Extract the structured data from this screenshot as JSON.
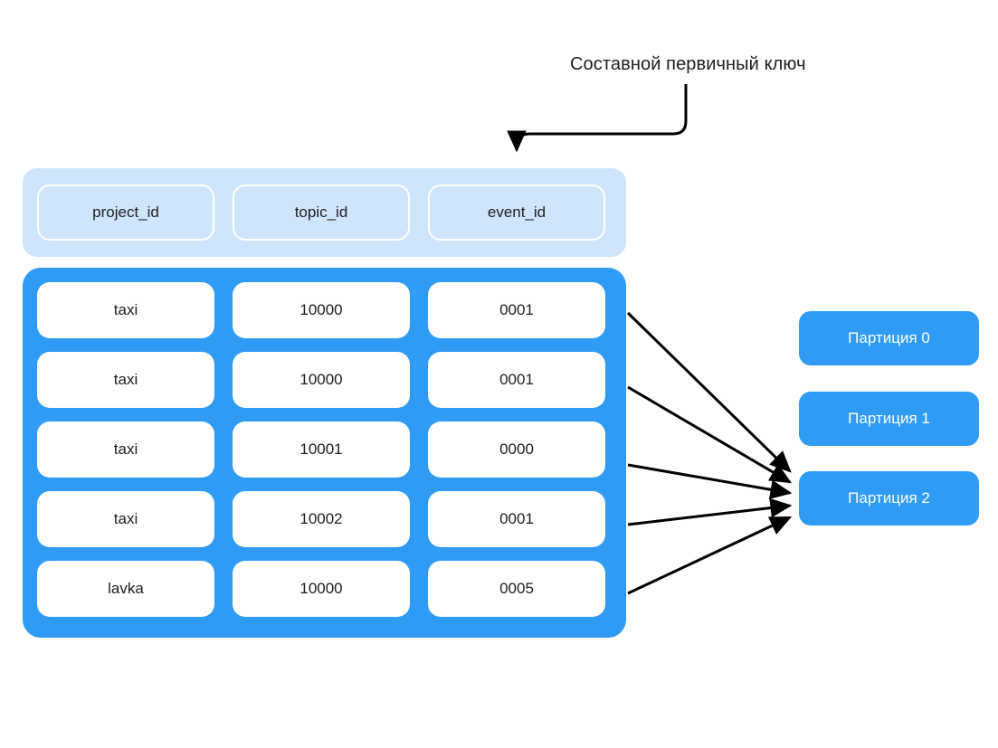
{
  "diagram": {
    "title": "Составной первичный ключ",
    "colors": {
      "primary_blue": "#2f9bf5",
      "light_blue": "#cfe5fb",
      "cell_white": "#ffffff",
      "arrow_black": "#000000",
      "text_dark": "#1d1d1d",
      "background": "#ffffff"
    }
  },
  "key_band": {
    "columns": [
      {
        "label": "project_id"
      },
      {
        "label": "topic_id"
      },
      {
        "label": "event_id"
      }
    ]
  },
  "table": {
    "headers": [
      "project_id",
      "topic_id",
      "event_id"
    ],
    "rows": [
      {
        "project_id": "taxi",
        "topic_id": "10000",
        "event_id": "0001"
      },
      {
        "project_id": "taxi",
        "topic_id": "10000",
        "event_id": "0001"
      },
      {
        "project_id": "taxi",
        "topic_id": "10001",
        "event_id": "0000"
      },
      {
        "project_id": "taxi",
        "topic_id": "10002",
        "event_id": "0001"
      },
      {
        "project_id": "lavka",
        "topic_id": "10000",
        "event_id": "0005"
      }
    ]
  },
  "partitions": [
    {
      "label": "Партиция 0"
    },
    {
      "label": "Партиция 1"
    },
    {
      "label": "Партиция 2"
    }
  ],
  "connectors": {
    "key_pointer": {
      "name": "title-to-event-id-arrow",
      "from": "Составной первичный ключ",
      "to": "event_id"
    },
    "row_arrows": [
      {
        "from_row": 1,
        "to_partition": "Партиция 2"
      },
      {
        "from_row": 2,
        "to_partition": "Партиция 2"
      },
      {
        "from_row": 3,
        "to_partition": "Партиция 2"
      },
      {
        "from_row": 4,
        "to_partition": "Партиция 2"
      },
      {
        "from_row": 5,
        "to_partition": "Партиция 2"
      }
    ]
  }
}
